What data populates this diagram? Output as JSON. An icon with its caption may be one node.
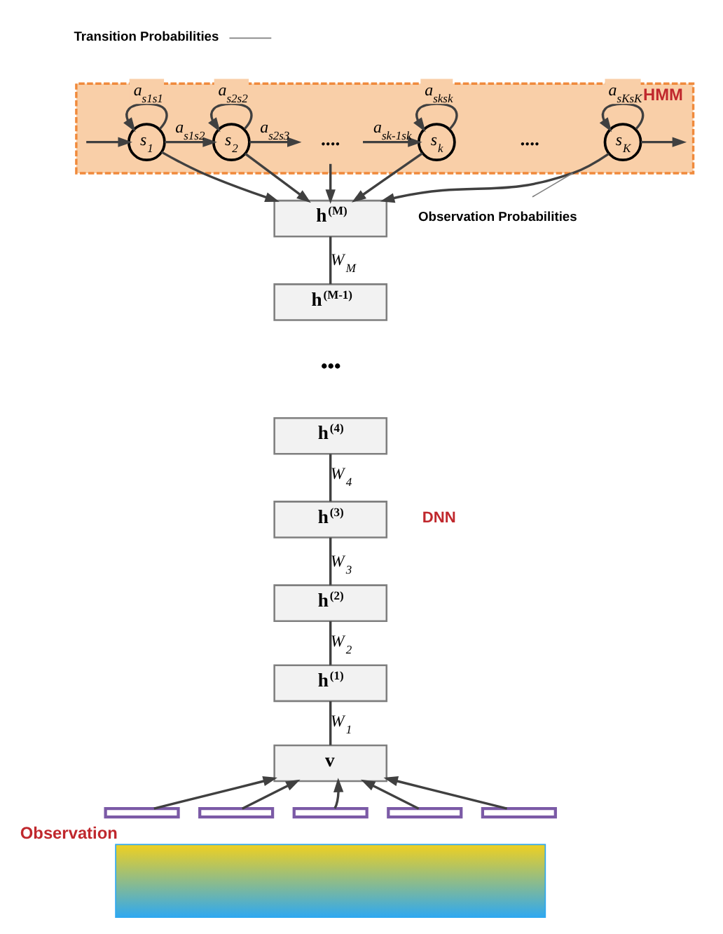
{
  "diagram": {
    "nodes": [
      {
        "text": [
          "HMM"
        ]
      },
      {
        "text": [
          "s$_{1}$"
        ],
        "in": 0
      },
      {
        "text": [
          "s$_{2}$"
        ],
        "in": 0
      },
      {
        "text": [
          "...."
        ],
        "in": 0
      },
      {
        "text": [
          "s$_{k}$"
        ],
        "in": 0
      },
      {
        "text": [
          "s$_{K}$"
        ],
        "in": 0
      },
      {
        "text": [
          "h$^{(M)}$"
        ]
      },
      {
        "text": [
          "h$^{(M-1)}$"
        ]
      },
      {
        "text": [
          "•••"
        ]
      },
      {
        "text": [
          "h$^{(4)}$"
        ]
      },
      {
        "text": [
          "h$^{(3)}$"
        ]
      },
      {
        "text": [
          "h$^{(2)}$"
        ]
      },
      {
        "text": [
          "h$^{(1)}$"
        ]
      },
      {
        "text": [
          "v"
        ]
      },
      {
        "text": [],
        "shape": "bracket"
      },
      {
        "text": [],
        "shape": "bracket"
      },
      {
        "text": [],
        "shape": "bracket"
      },
      {
        "text": [],
        "shape": "bracket"
      },
      {
        "text": [],
        "shape": "bracket"
      },
      {
        "text": [],
        "shape": "picture",
        "beside": [
          "Observation"
        ]
      },
      {
        "text": [
          "Transition Probabilities"
        ]
      },
      {
        "text": [
          "Observation Probabilities"
        ]
      }
    ],
    "edges": [
      {
        "from": null,
        "to": 1,
        "arrow": "to"
      },
      {
        "from": 1,
        "to": 1,
        "arrow": "to",
        "label": "a$_{s1s1}$"
      },
      {
        "from": 1,
        "to": 2,
        "arrow": "to",
        "label": "a$_{s1s2}$"
      },
      {
        "from": 2,
        "to": 2,
        "arrow": "to",
        "label": "a$_{s2s2}$"
      },
      {
        "from": 2,
        "to": 3,
        "arrow": "to",
        "label": "a$_{s2s3}$"
      },
      {
        "from": 3,
        "to": 4,
        "arrow": "to",
        "label": "a$_{sk-1sk}$"
      },
      {
        "from": 4,
        "to": 4,
        "arrow": "to",
        "label": "a$_{sksk}$"
      },
      {
        "from": 5,
        "to": 5,
        "arrow": "to",
        "label": "a$_{sKsK}$"
      },
      {
        "from": 5,
        "to": null,
        "arrow": "to"
      },
      {
        "from": 1,
        "to": 6,
        "arrow": "to"
      },
      {
        "from": 2,
        "to": 6,
        "arrow": "to"
      },
      {
        "from": 3,
        "to": 6,
        "arrow": "to"
      },
      {
        "from": 4,
        "to": 6,
        "arrow": "to"
      },
      {
        "from": 5,
        "to": 6,
        "arrow": "to"
      },
      {
        "from": 6,
        "to": 7,
        "arrow": "none",
        "label": "W$_{M}$"
      },
      {
        "from": 9,
        "to": 10,
        "arrow": "none",
        "label": "W$_{4}$"
      },
      {
        "from": 10,
        "to": 11,
        "arrow": "none",
        "label": "W$_{3}$"
      },
      {
        "from": 11,
        "to": 12,
        "arrow": "none",
        "label": "W$_{2}$"
      },
      {
        "from": 12,
        "to": 13,
        "arrow": "none",
        "label": "W$_{1}$"
      },
      {
        "from": 14,
        "to": 13,
        "arrow": "to"
      },
      {
        "from": 15,
        "to": 13,
        "arrow": "to"
      },
      {
        "from": 16,
        "to": 13,
        "arrow": "to"
      },
      {
        "from": 17,
        "to": 13,
        "arrow": "to"
      },
      {
        "from": 18,
        "to": 13,
        "arrow": "to"
      },
      {
        "from": 20,
        "to": null,
        "arrow": "none",
        "color": "#808080"
      },
      {
        "from": 21,
        "to": 0,
        "arrow": "none",
        "color": "#808080"
      }
    ],
    "labels": [
      "....",
      "DNN"
    ]
  }
}
